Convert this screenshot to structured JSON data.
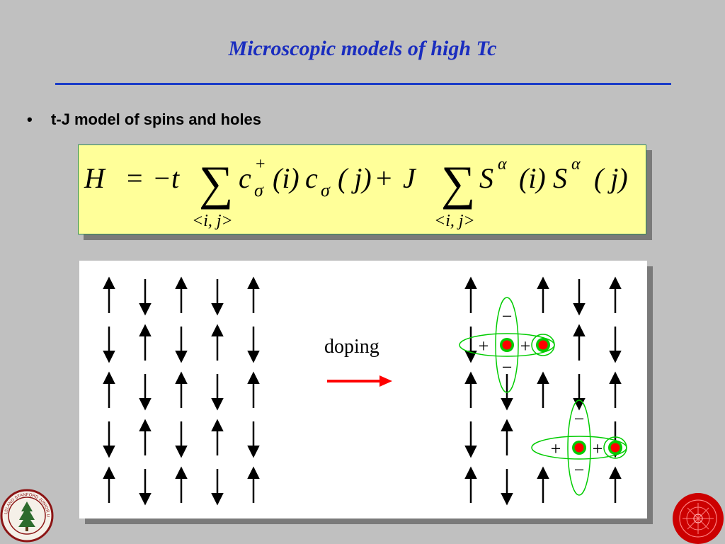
{
  "slide": {
    "title": "Microscopic models of high Tc",
    "bullet": {
      "marker": "•",
      "text": "t-J model of spins and holes"
    }
  },
  "equation": {
    "lhs": "H",
    "equals": "=",
    "neg_t": "−t",
    "sum_symbol": "∑",
    "c": "c",
    "plus_sup": "+",
    "sigma": "σ",
    "arg_i": "(i)",
    "arg_j": "( j)",
    "plus": "+",
    "J": "J",
    "S": "S",
    "alpha": "α",
    "sum_index": "<i, j>"
  },
  "diagram": {
    "doping_label": "doping",
    "plus_sign": "+",
    "minus_sign": "−",
    "arrow_color": "#ff0000",
    "hole_color": "#ff0000",
    "hole_ring_color": "#00cc00",
    "left_lattice": [
      [
        "up",
        "down",
        "up",
        "down",
        "up"
      ],
      [
        "down",
        "up",
        "down",
        "up",
        "down"
      ],
      [
        "up",
        "down",
        "up",
        "down",
        "up"
      ],
      [
        "down",
        "up",
        "down",
        "up",
        "down"
      ],
      [
        "up",
        "down",
        "up",
        "down",
        "up"
      ]
    ],
    "right_lattice": [
      [
        "up",
        "hole",
        "up",
        "down",
        "up"
      ],
      [
        "down",
        "hole",
        "hole",
        "up",
        "down"
      ],
      [
        "up",
        "down",
        "up",
        "down",
        "up"
      ],
      [
        "down",
        "up",
        "hole",
        "hole",
        "down"
      ],
      [
        "up",
        "down",
        "up",
        "hole",
        "up"
      ]
    ]
  },
  "logos": {
    "left_seal_text": "LELAND STANFORD JUNIOR UNIVERSITY · ORGANIZED 1891",
    "left_color": "#8c1515",
    "right_color": "#cc0000"
  }
}
